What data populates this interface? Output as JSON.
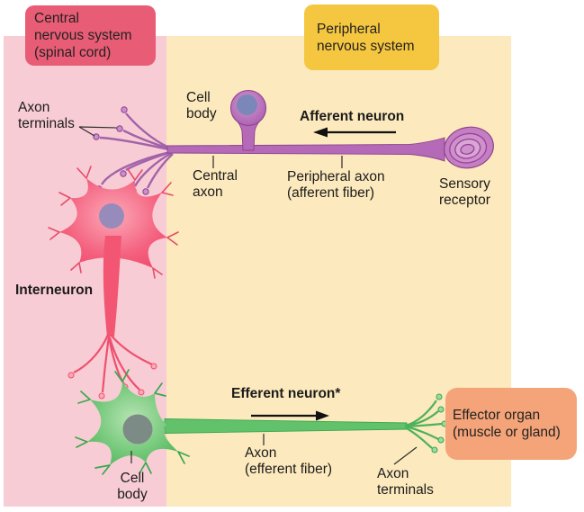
{
  "diagram": {
    "title_boxes": {
      "cns": "Central\nnervous system\n(spinal cord)",
      "pns": "Peripheral\nnervous system",
      "effector": "Effector organ\n(muscle or gland)"
    },
    "labels": {
      "axon_terminals_top": "Axon\nterminals",
      "cell_body_top": "Cell\nbody",
      "central_axon": "Central\naxon",
      "afferent_neuron": "Afferent neuron",
      "peripheral_axon": "Peripheral axon\n(afferent fiber)",
      "sensory_receptor": "Sensory\nreceptor",
      "interneuron": "Interneuron",
      "efferent_neuron": "Efferent neuron*",
      "axon_efferent": "Axon\n(efferent fiber)",
      "axon_terminals_bottom": "Axon\nterminals",
      "cell_body_bottom": "Cell\nbody"
    },
    "colors": {
      "cns_region_bg": "#f8ccd4",
      "pns_region_bg": "#fce9bd",
      "cns_box": "#e85c75",
      "pns_box": "#f5c640",
      "effector_box": "#f4a478",
      "afferent_neuron": "#b56ab8",
      "interneuron": "#f25672",
      "efferent_neuron": "#5fc168",
      "arrow": "#111111",
      "text": "#1c1c1c"
    }
  }
}
